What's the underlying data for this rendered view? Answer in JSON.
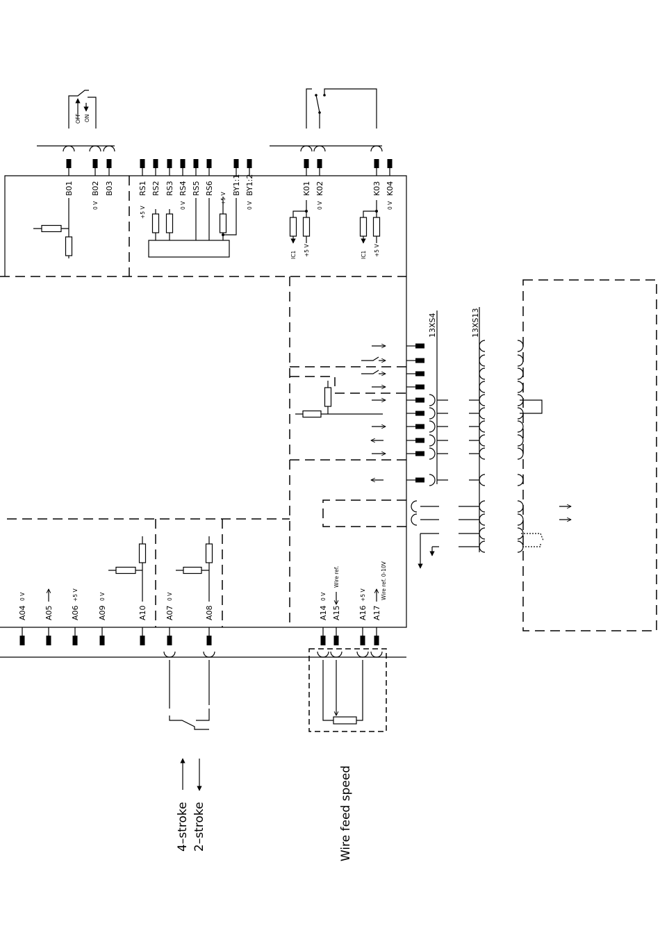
{
  "top_terminals": [
    "B01",
    "B02",
    "B03",
    "RS1",
    "RS2",
    "RS3",
    "RS4",
    "RS5",
    "RS6",
    "BY1:1",
    "BY1:2",
    "K01",
    "K02",
    "K03",
    "K04"
  ],
  "top_notes": {
    "b02": "0 V",
    "rs1": "+5 V",
    "rs4": "0 V",
    "rs_supply": "+5 V",
    "by12": "0 V",
    "k02": "0 V",
    "k04": "0 V"
  },
  "switch": {
    "off": "OFF",
    "on": "ON"
  },
  "k_circuit": {
    "ic1_a": "IC1",
    "v5_a": "+5 V",
    "ic1_b": "IC1",
    "v5_b": "+5 V"
  },
  "connectors": {
    "xs4": "13XS4",
    "xs13": "13XS13"
  },
  "bottom_terminals": [
    "A04",
    "A05",
    "A06",
    "A09",
    "A10",
    "A07",
    "A08",
    "A14",
    "A15",
    "A16",
    "A17"
  ],
  "bottom_notes": {
    "a04": "0 V",
    "a06": "+5 V",
    "a09": "0 V",
    "a07": "0 V",
    "a14": "0 V",
    "a15": "Wire ref.",
    "a16": "+5 V",
    "a17": "Wire ref. 0-10V"
  },
  "legend": {
    "four_stroke": "4–stroke",
    "two_stroke": "2–stroke",
    "wire_feed": "Wire feed speed"
  }
}
